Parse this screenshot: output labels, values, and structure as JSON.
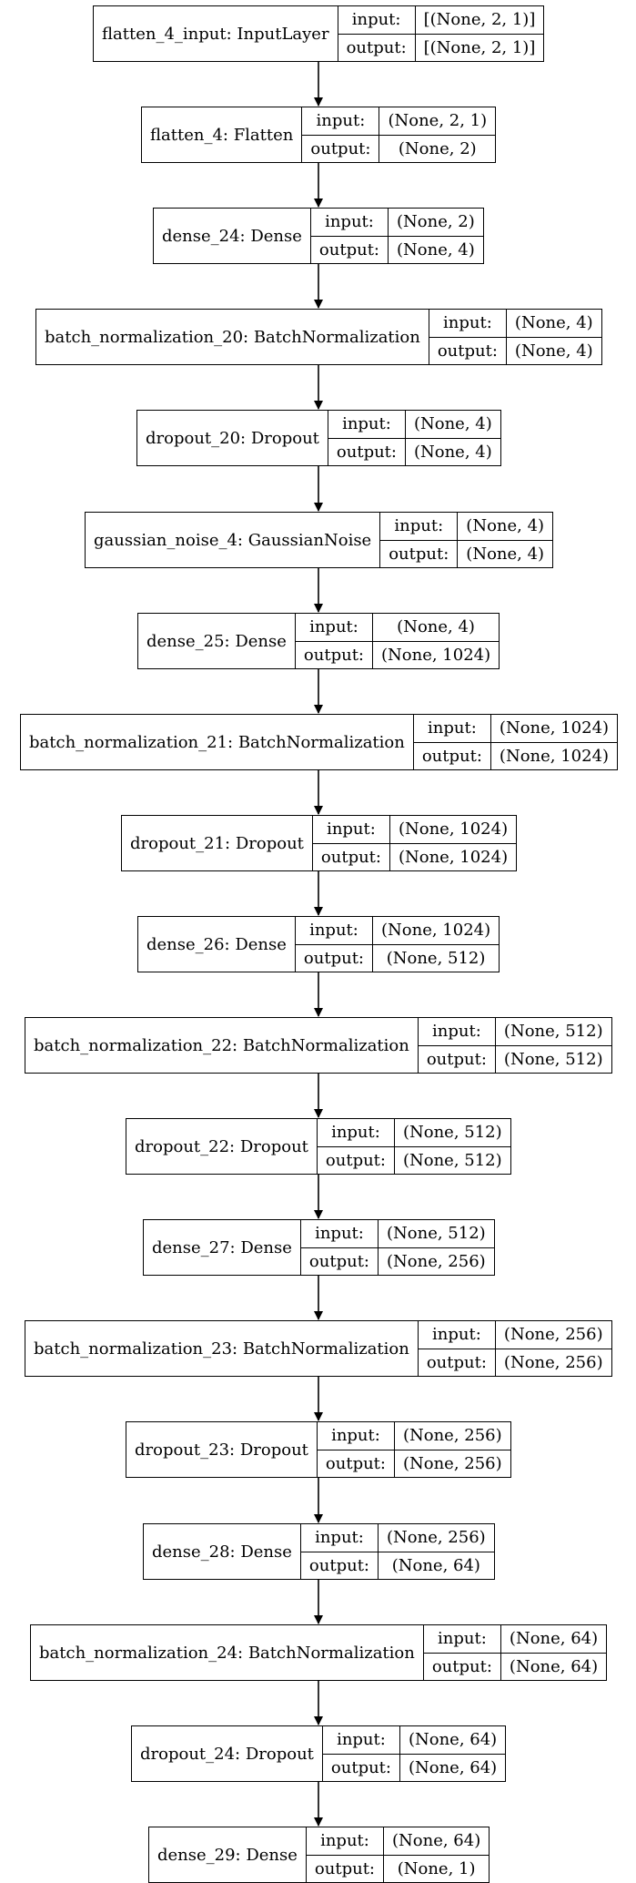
{
  "labels": {
    "input": "input:",
    "output": "output:"
  },
  "layers": [
    {
      "name": "flatten_4_input: InputLayer",
      "input": "[(None, 2, 1)]",
      "output": "[(None, 2, 1)]"
    },
    {
      "name": "flatten_4: Flatten",
      "input": "(None, 2, 1)",
      "output": "(None, 2)"
    },
    {
      "name": "dense_24: Dense",
      "input": "(None, 2)",
      "output": "(None, 4)"
    },
    {
      "name": "batch_normalization_20: BatchNormalization",
      "input": "(None, 4)",
      "output": "(None, 4)"
    },
    {
      "name": "dropout_20: Dropout",
      "input": "(None, 4)",
      "output": "(None, 4)"
    },
    {
      "name": "gaussian_noise_4: GaussianNoise",
      "input": "(None, 4)",
      "output": "(None, 4)"
    },
    {
      "name": "dense_25: Dense",
      "input": "(None, 4)",
      "output": "(None, 1024)"
    },
    {
      "name": "batch_normalization_21: BatchNormalization",
      "input": "(None, 1024)",
      "output": "(None, 1024)"
    },
    {
      "name": "dropout_21: Dropout",
      "input": "(None, 1024)",
      "output": "(None, 1024)"
    },
    {
      "name": "dense_26: Dense",
      "input": "(None, 1024)",
      "output": "(None, 512)"
    },
    {
      "name": "batch_normalization_22: BatchNormalization",
      "input": "(None, 512)",
      "output": "(None, 512)"
    },
    {
      "name": "dropout_22: Dropout",
      "input": "(None, 512)",
      "output": "(None, 512)"
    },
    {
      "name": "dense_27: Dense",
      "input": "(None, 512)",
      "output": "(None, 256)"
    },
    {
      "name": "batch_normalization_23: BatchNormalization",
      "input": "(None, 256)",
      "output": "(None, 256)"
    },
    {
      "name": "dropout_23: Dropout",
      "input": "(None, 256)",
      "output": "(None, 256)"
    },
    {
      "name": "dense_28: Dense",
      "input": "(None, 256)",
      "output": "(None, 64)"
    },
    {
      "name": "batch_normalization_24: BatchNormalization",
      "input": "(None, 64)",
      "output": "(None, 64)"
    },
    {
      "name": "dropout_24: Dropout",
      "input": "(None, 64)",
      "output": "(None, 64)"
    },
    {
      "name": "dense_29: Dense",
      "input": "(None, 64)",
      "output": "(None, 1)"
    }
  ]
}
